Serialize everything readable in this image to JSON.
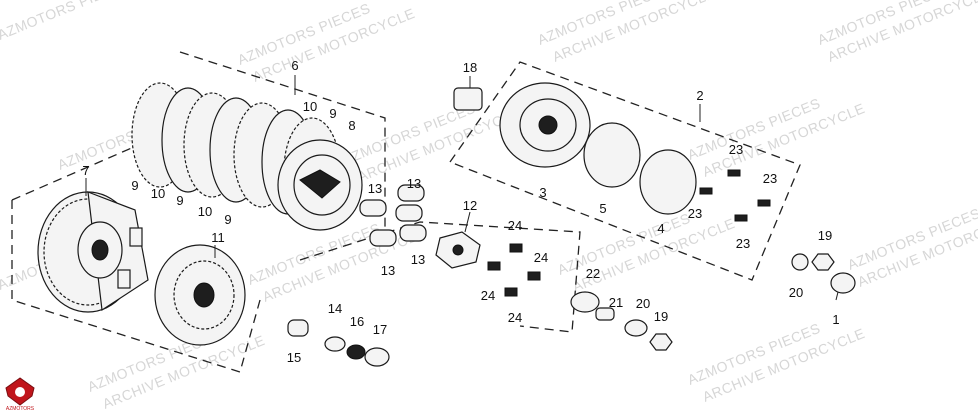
{
  "diagram": {
    "watermark_line1": "AZMOTORS PIECES",
    "watermark_line2": "ARCHIVE MOTORCYCLE",
    "logo_text": "AZMOTORS",
    "colors": {
      "ink": "#1a1a1a",
      "watermark": "#c9c9c9",
      "logo_red": "#c0151b"
    },
    "callouts": {
      "c1": "1",
      "c2": "2",
      "c3": "3",
      "c4": "4",
      "c5": "5",
      "c6": "6",
      "c7": "7",
      "c8": "8",
      "c9a": "9",
      "c9b": "9",
      "c9c": "9",
      "c9d": "9",
      "c10a": "10",
      "c10b": "10",
      "c10c": "10",
      "c11": "11",
      "c12": "12",
      "c13a": "13",
      "c13b": "13",
      "c13c": "13",
      "c13d": "13",
      "c14": "14",
      "c15": "15",
      "c16": "16",
      "c17": "17",
      "c18": "18",
      "c19a": "19",
      "c19b": "19",
      "c20a": "20",
      "c20b": "20",
      "c21": "21",
      "c22": "22",
      "c23a": "23",
      "c23b": "23",
      "c23c": "23",
      "c23d": "23",
      "c24a": "24",
      "c24b": "24",
      "c24c": "24",
      "c24d": "24"
    }
  }
}
